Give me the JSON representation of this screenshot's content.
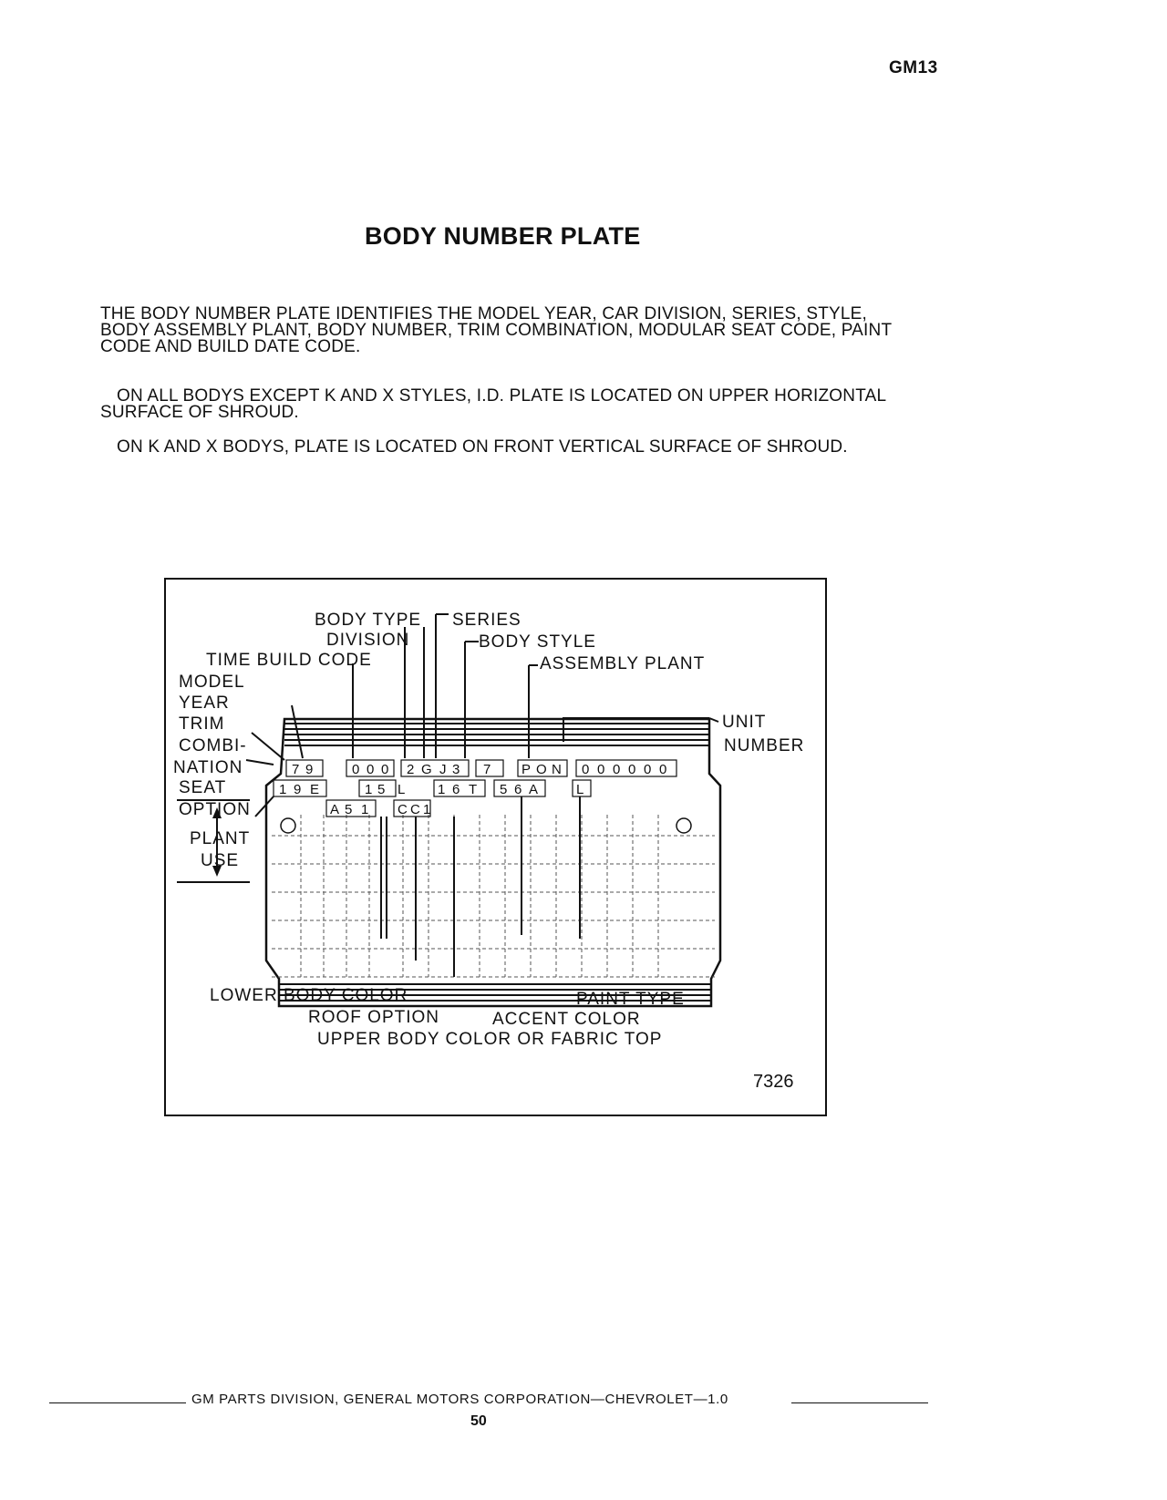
{
  "header": {
    "doc_code": "GM13"
  },
  "title": "BODY NUMBER PLATE",
  "paragraphs": {
    "p1": "THE BODY NUMBER PLATE IDENTIFIES THE MODEL YEAR, CAR DIVISION, SERIES, STYLE, BODY ASSEMBLY PLANT, BODY NUMBER, TRIM COMBINATION, MODULAR SEAT CODE, PAINT CODE AND BUILD DATE CODE.",
    "p2": "ON ALL BODYS EXCEPT K AND X STYLES, I.D. PLATE IS LOCATED ON UPPER HORIZONTAL SURFACE OF SHROUD.",
    "p3": "ON K AND X BODYS, PLATE IS LOCATED ON FRONT VERTICAL SURFACE OF SHROUD."
  },
  "figure": {
    "number": "7326",
    "labels": {
      "body_type": "BODY TYPE",
      "series": "SERIES",
      "division": "DIVISION",
      "body_style": "BODY STYLE",
      "time_build_code": "TIME BUILD CODE",
      "assembly_plant": "ASSEMBLY PLANT",
      "model": "MODEL",
      "year": "YEAR",
      "trim": "TRIM",
      "combi": "COMBI-",
      "nation": "NATION",
      "seat": "SEAT",
      "option": "OPTION",
      "plant": "PLANT",
      "use": "USE",
      "unit": "UNIT",
      "number": "NUMBER",
      "lower_body_color": "LOWER BODY COLOR",
      "paint_type": "PAINT TYPE",
      "roof_option": "ROOF OPTION",
      "accent_color": "ACCENT COLOR",
      "upper_body_color": "UPPER BODY COLOR OR FABRIC TOP"
    },
    "codes": {
      "row1": [
        "7",
        "9",
        "0",
        "0",
        "0",
        "2",
        "G",
        "J",
        "3",
        "7",
        "P",
        "O",
        "N",
        "0",
        "0",
        "0",
        "0",
        "0",
        "0"
      ],
      "row2": [
        "1",
        "9",
        "E",
        "1",
        "5",
        "L",
        "1",
        "6",
        "T",
        "5",
        "6",
        "A",
        "L"
      ],
      "row3": [
        "A",
        "5",
        "1",
        "C",
        "C",
        "1"
      ]
    }
  },
  "footer": {
    "text": "GM PARTS DIVISION, GENERAL MOTORS CORPORATION—CHEVROLET—1.0",
    "page_number": "50"
  }
}
